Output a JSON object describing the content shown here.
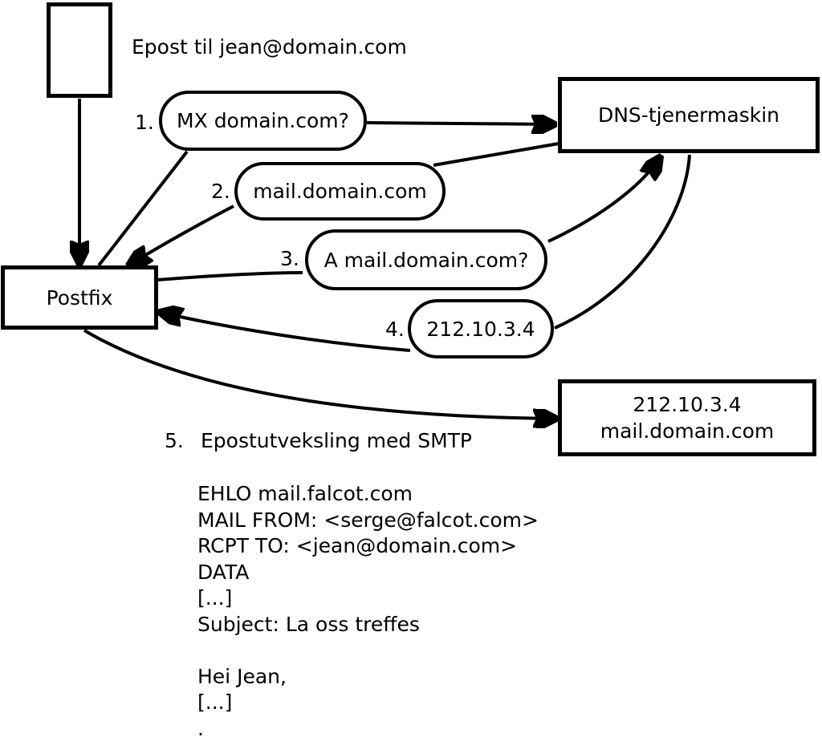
{
  "diagram": {
    "title": "Epost til jean@domain.com",
    "nodes": {
      "postfix": "Postfix",
      "dns_server": "DNS-tjenermaskin",
      "mail_server": {
        "ip": "212.10.3.4",
        "hostname": "mail.domain.com"
      }
    },
    "steps": [
      {
        "num": "1.",
        "label": "MX domain.com?"
      },
      {
        "num": "2.",
        "label": "mail.domain.com"
      },
      {
        "num": "3.",
        "label": "A mail.domain.com?"
      },
      {
        "num": "4.",
        "label": "212.10.3.4"
      },
      {
        "num": "5.",
        "label": "Epostutveksling med SMTP"
      }
    ],
    "smtp_session": "EHLO mail.falcot.com\nMAIL FROM: <serge@falcot.com>\nRCPT TO: <jean@domain.com>\nDATA\n[...]\nSubject: La oss treffes\n\nHei Jean,\n[...]\n."
  }
}
